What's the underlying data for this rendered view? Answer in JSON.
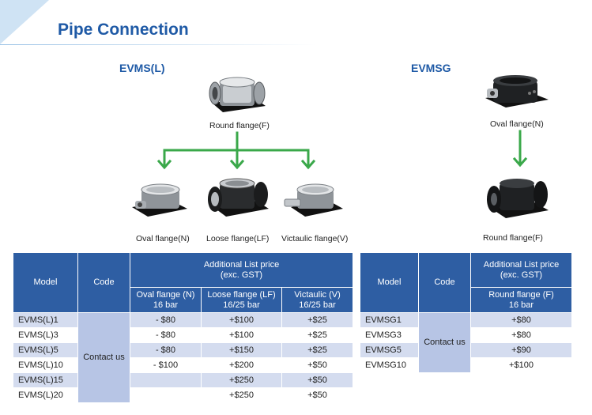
{
  "header": {
    "title": "Pipe Connection"
  },
  "left": {
    "title": "EVMS(L)",
    "top_product": {
      "icon": "round-flange-pump-icon",
      "caption": "Round flange(F)"
    },
    "options": [
      {
        "icon": "oval-flange-pump-icon",
        "caption": "Oval flange(N)"
      },
      {
        "icon": "loose-flange-pump-icon",
        "caption": "Loose flange(LF)"
      },
      {
        "icon": "victaulic-flange-pump-icon",
        "caption": "Victaulic flange(V)"
      }
    ],
    "arrow_color": "#3aa84a"
  },
  "right": {
    "title": "EVMSG",
    "top_product": {
      "icon": "oval-flange-pump-icon",
      "caption": "Oval flange(N)"
    },
    "bottom_product": {
      "icon": "round-flange-pump-icon",
      "caption": "Round flange(F)"
    }
  },
  "table_left": {
    "col_model": "Model",
    "col_code": "Code",
    "group_header": "Additional List price\n(exc. GST)",
    "subheaders": [
      "Oval flange (N)\n16 bar",
      "Loose flange (LF)\n16/25 bar",
      "Victaulic (V)\n16/25 bar"
    ],
    "code_value": "Contact us",
    "rows": [
      {
        "model": "EVMS(L)1",
        "values": [
          "- $80",
          "+$100",
          "+$25"
        ]
      },
      {
        "model": "EVMS(L)3",
        "values": [
          "- $80",
          "+$100",
          "+$25"
        ]
      },
      {
        "model": "EVMS(L)5",
        "values": [
          "- $80",
          "+$150",
          "+$25"
        ]
      },
      {
        "model": "EVMS(L)10",
        "values": [
          "- $100",
          "+$200",
          "+$50"
        ]
      },
      {
        "model": "EVMS(L)15",
        "values": [
          "",
          "+$250",
          "+$50"
        ]
      },
      {
        "model": "EVMS(L)20",
        "values": [
          "",
          "+$250",
          "+$50"
        ]
      }
    ]
  },
  "table_right": {
    "col_model": "Model",
    "col_code": "Code",
    "group_header": "Additional List price\n(exc. GST)",
    "subheaders": [
      "Round flange (F)\n16 bar"
    ],
    "code_value": "Contact us",
    "rows": [
      {
        "model": "EVMSG1",
        "values": [
          "+$80"
        ]
      },
      {
        "model": "EVMSG3",
        "values": [
          "+$80"
        ]
      },
      {
        "model": "EVMSG5",
        "values": [
          "+$90"
        ]
      },
      {
        "model": "EVMSG10",
        "values": [
          "+$100"
        ]
      }
    ]
  },
  "colors": {
    "title": "#1f5aa6",
    "table_header": "#2e5ea3",
    "row_alt": "#d4dcef",
    "code_cell": "#b7c5e5"
  }
}
